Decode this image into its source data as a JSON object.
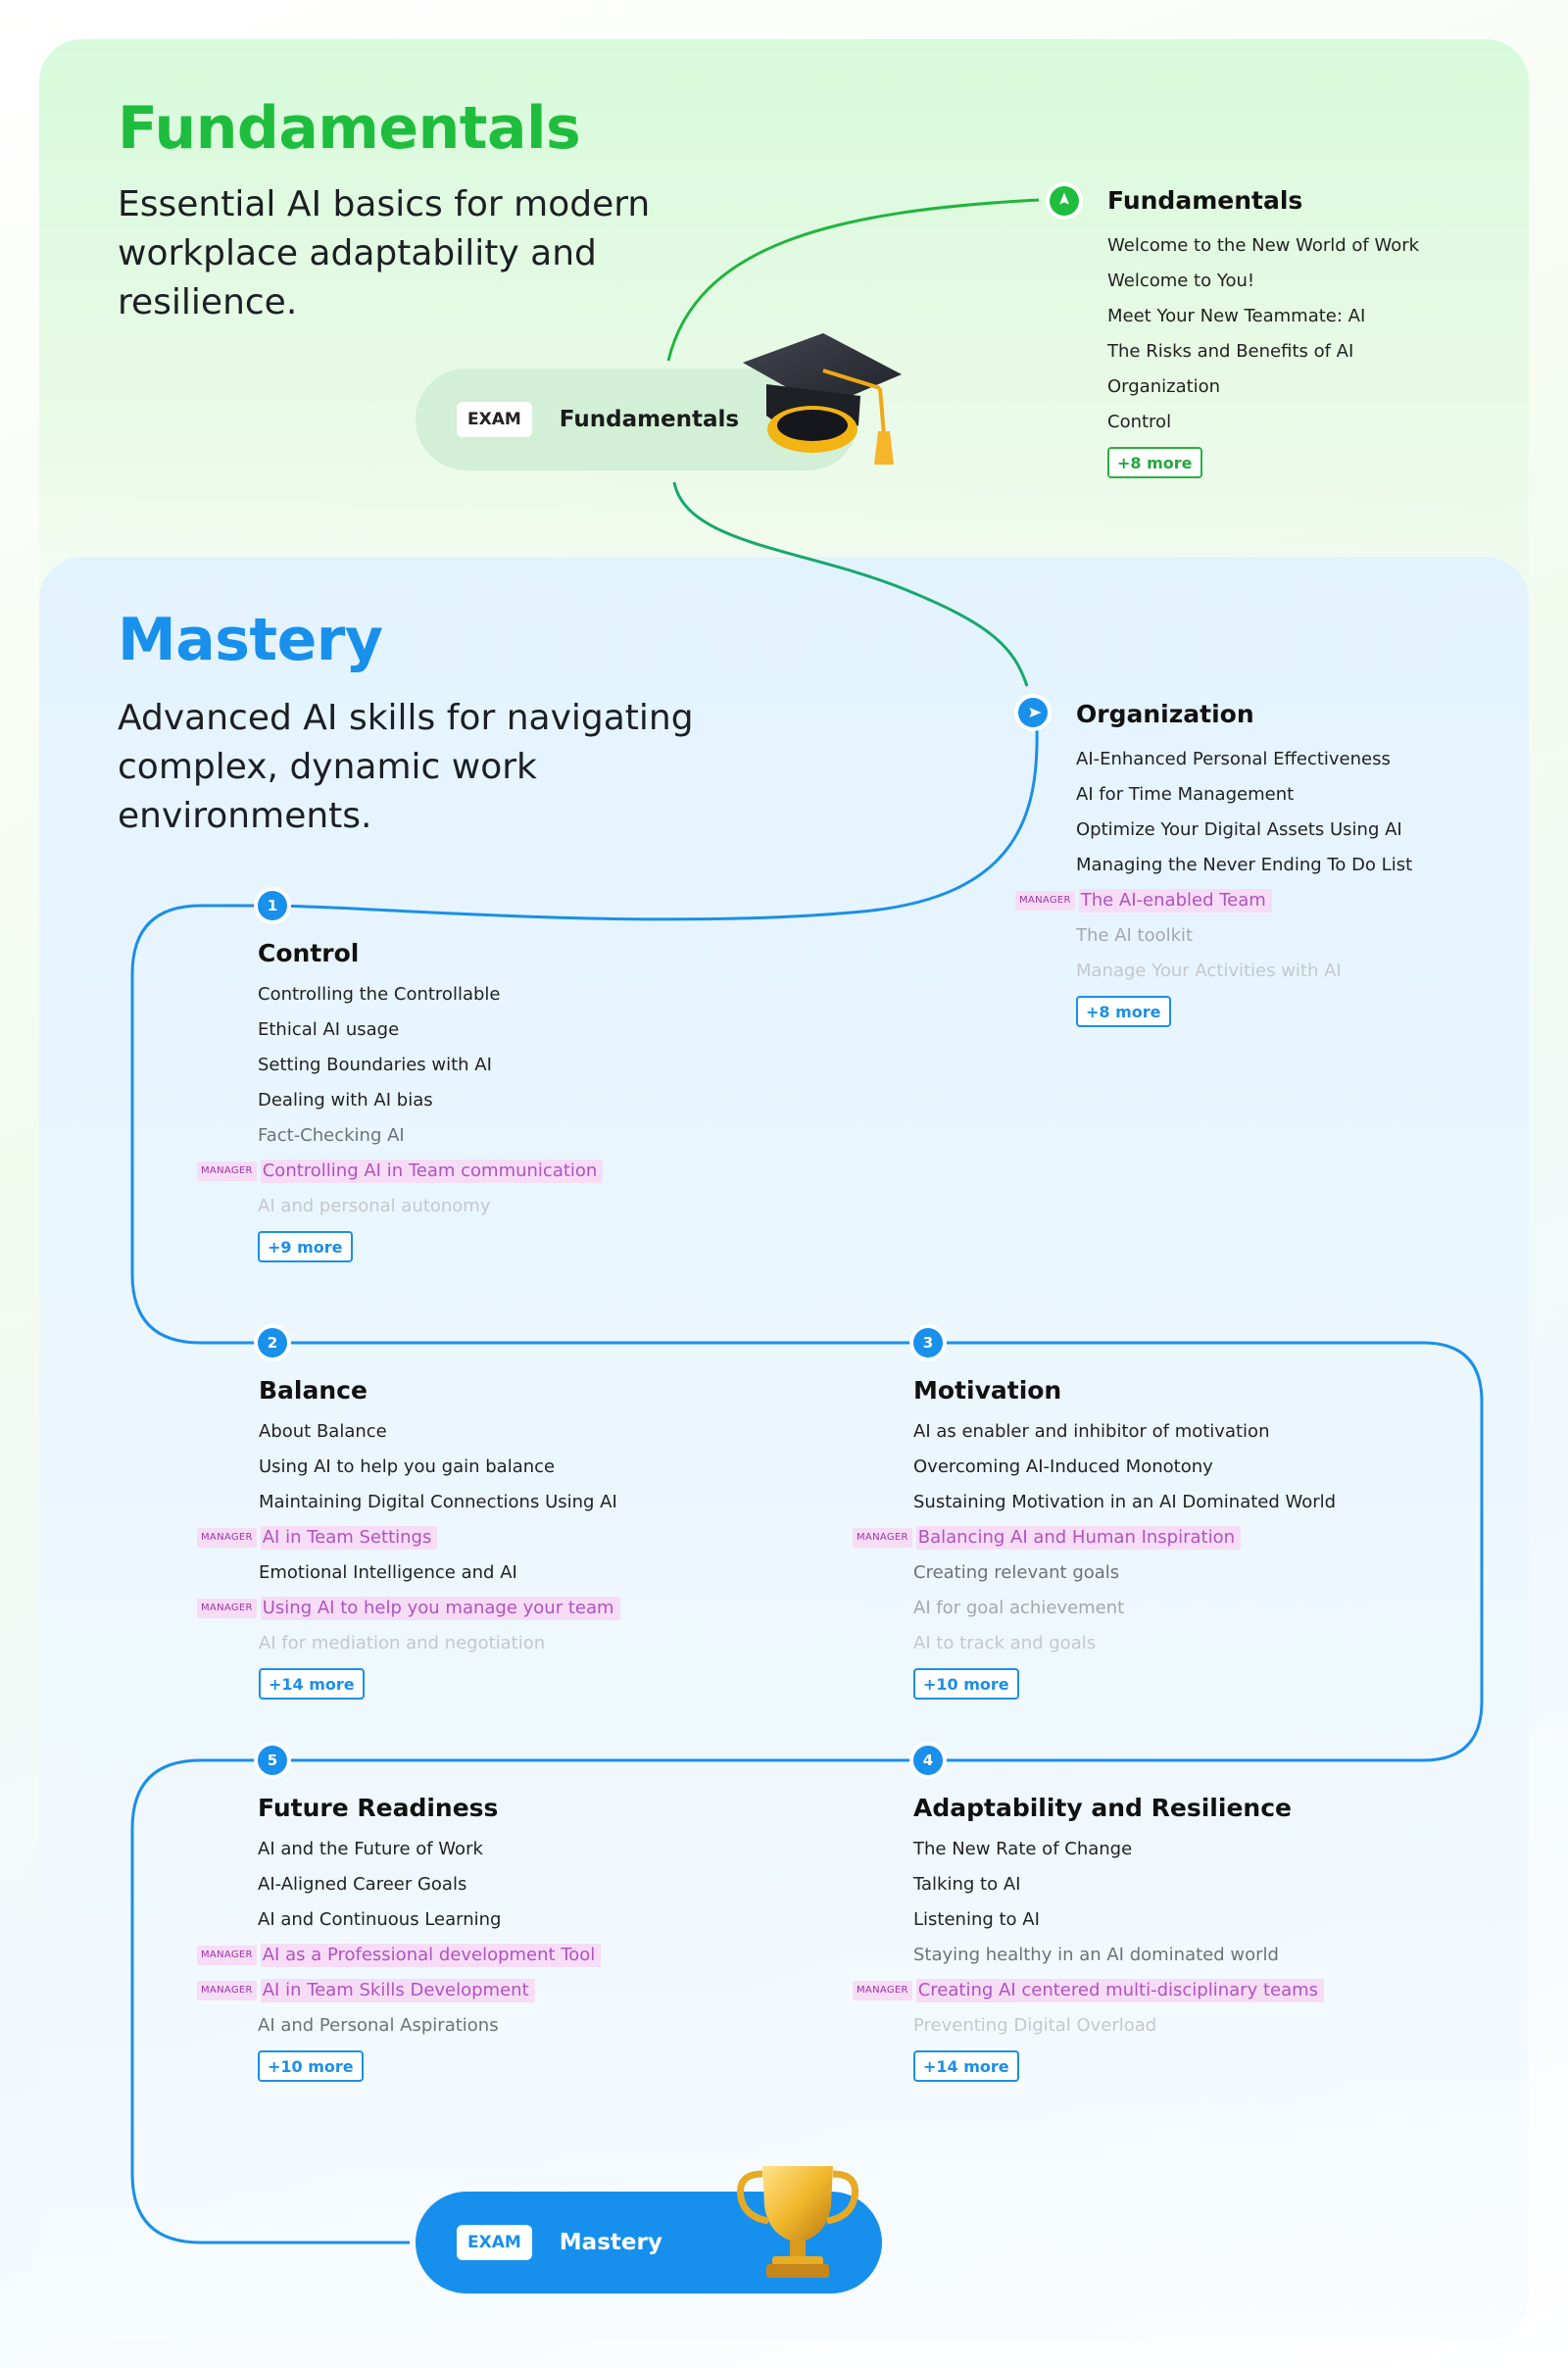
{
  "fundamentals": {
    "title": "Fundamentals",
    "subtitle": "Essential AI basics for modern workplace adaptability and resilience.",
    "accent": "#1fbd3e",
    "exam": {
      "tag": "EXAM",
      "label": "Fundamentals"
    },
    "module": {
      "title": "Fundamentals",
      "items": [
        "Welcome to the New World of Work",
        "Welcome to You!",
        "Meet Your New Teammate: AI",
        "The Risks and Benefits of AI",
        "Organization",
        "Control"
      ],
      "more": "+8 more"
    }
  },
  "mastery": {
    "title": "Mastery",
    "subtitle": "Advanced AI skills for navigating complex, dynamic work environments.",
    "accent": "#1890ec",
    "exam": {
      "tag": "EXAM",
      "label": "Mastery"
    },
    "manager_tag": "MANAGER",
    "modules": {
      "organization": {
        "title": "Organization",
        "items": [
          "AI-Enhanced Personal Effectiveness",
          "AI for Time Management",
          "Optimize Your Digital Assets Using AI",
          "Managing the Never Ending To Do List",
          "The AI-enabled Team",
          "The AI toolkit",
          "Manage Your Activities with AI"
        ],
        "more": "+8 more"
      },
      "control": {
        "number": "1",
        "title": "Control",
        "items": [
          "Controlling the Controllable",
          "Ethical AI usage",
          "Setting Boundaries with AI",
          "Dealing with AI bias",
          "Fact-Checking AI",
          "Controlling AI in Team communication",
          "AI and personal autonomy"
        ],
        "more": "+9 more"
      },
      "balance": {
        "number": "2",
        "title": "Balance",
        "items": [
          "About Balance",
          "Using AI to help you gain balance",
          "Maintaining Digital Connections Using AI",
          "AI in Team Settings",
          "Emotional Intelligence and AI",
          "Using AI to help you manage your team",
          "AI for mediation and negotiation"
        ],
        "more": "+14 more"
      },
      "motivation": {
        "number": "3",
        "title": "Motivation",
        "items": [
          "AI as enabler and inhibitor of motivation",
          "Overcoming AI-Induced Monotony",
          "Sustaining Motivation in an AI Dominated World",
          "Balancing AI and Human Inspiration",
          "Creating relevant goals",
          "AI for goal achievement",
          "AI to track and goals"
        ],
        "more": "+10 more"
      },
      "adaptability": {
        "number": "4",
        "title": "Adaptability and Resilience",
        "items": [
          "The New Rate of Change",
          "Talking to AI",
          "Listening to AI",
          "Staying healthy in an AI dominated world",
          "Creating AI centered multi-disciplinary teams",
          "Preventing Digital Overload"
        ],
        "more": "+14 more"
      },
      "future": {
        "number": "5",
        "title": "Future Readiness",
        "items": [
          "AI and the Future of Work",
          "AI-Aligned Career Goals",
          "AI and Continuous Learning",
          "AI as a Professional development Tool",
          "AI in Team Skills Development",
          "AI and Personal Aspirations"
        ],
        "more": "+10 more"
      }
    }
  },
  "icons": {
    "cap": "graduation-cap-icon",
    "trophy": "trophy-icon",
    "nav": "navigation-arrow-icon"
  }
}
